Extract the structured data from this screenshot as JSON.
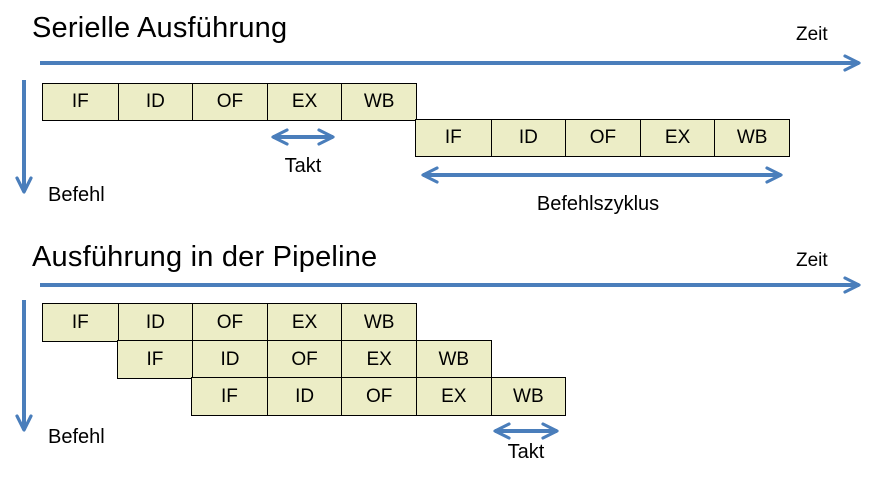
{
  "colors": {
    "arrow_blue": "#4a7ebb",
    "box_fill": "#ecedc6",
    "box_border": "#000000",
    "text": "#000000"
  },
  "serial": {
    "title": "Serielle Ausführung",
    "zeit_label": "Zeit",
    "befehl_label": "Befehl",
    "takt_label": "Takt",
    "befehlszyklus_label": "Befehlszyklus",
    "rows": [
      {
        "stages": [
          "IF",
          "ID",
          "OF",
          "EX",
          "WB"
        ]
      },
      {
        "stages": [
          "IF",
          "ID",
          "OF",
          "EX",
          "WB"
        ]
      }
    ]
  },
  "pipeline": {
    "title": "Ausführung in der Pipeline",
    "zeit_label": "Zeit",
    "befehl_label": "Befehl",
    "takt_label": "Takt",
    "rows": [
      {
        "stages": [
          "IF",
          "ID",
          "OF",
          "EX",
          "WB"
        ]
      },
      {
        "stages": [
          "IF",
          "ID",
          "OF",
          "EX",
          "WB"
        ]
      },
      {
        "stages": [
          "IF",
          "ID",
          "OF",
          "EX",
          "WB"
        ]
      }
    ]
  }
}
